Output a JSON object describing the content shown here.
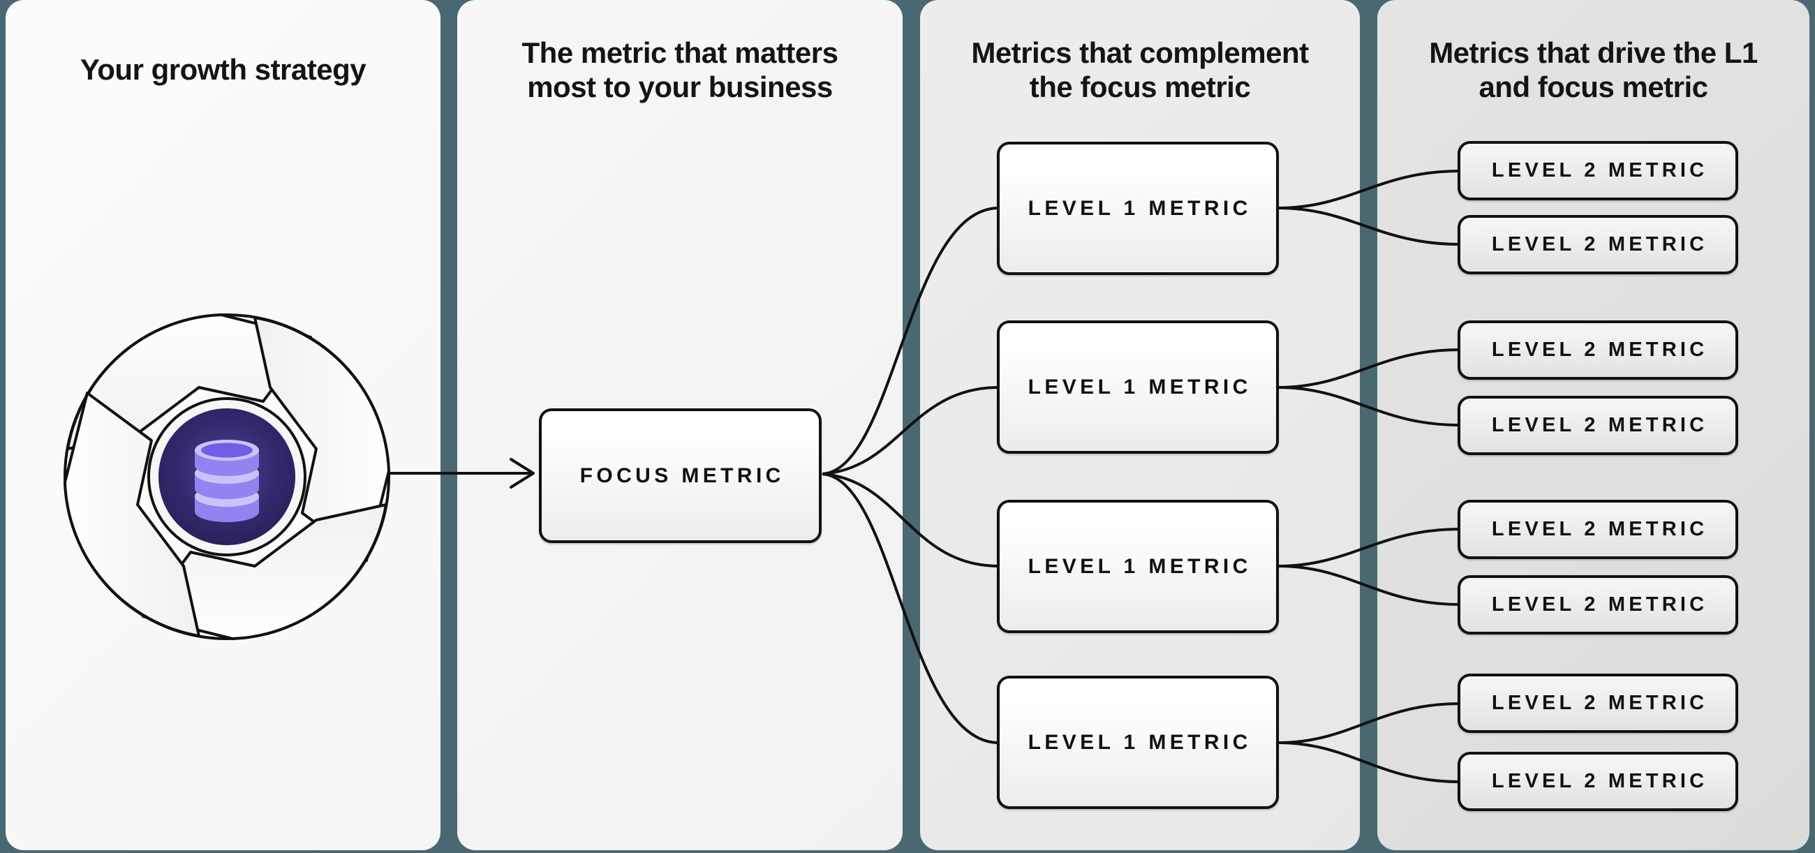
{
  "diagram": {
    "columns": [
      {
        "title": "Your growth strategy"
      },
      {
        "title": "The metric that matters most to your business"
      },
      {
        "title": "Metrics that complement the focus metric"
      },
      {
        "title": "Metrics that drive the L1 and focus metric"
      }
    ],
    "focus": {
      "label": "FOCUS METRIC"
    },
    "level1": [
      {
        "label": "LEVEL 1 METRIC"
      },
      {
        "label": "LEVEL 1 METRIC"
      },
      {
        "label": "LEVEL 1 METRIC"
      },
      {
        "label": "LEVEL 1 METRIC"
      }
    ],
    "level2": [
      {
        "label": "LEVEL 2 METRIC"
      },
      {
        "label": "LEVEL 2 METRIC"
      },
      {
        "label": "LEVEL 2 METRIC"
      },
      {
        "label": "LEVEL 2 METRIC"
      },
      {
        "label": "LEVEL 2 METRIC"
      },
      {
        "label": "LEVEL 2 METRIC"
      },
      {
        "label": "LEVEL 2 METRIC"
      },
      {
        "label": "LEVEL 2 METRIC"
      }
    ],
    "icons": {
      "growth_cycle": "cycle-pinwheel-icon",
      "database": "database-icon"
    },
    "colors": {
      "background_teal": "#4A6872",
      "outline_black": "#111111",
      "core_indigo": "#2A2260",
      "database_purple": "#9184F1",
      "database_rim": "#CAC3FA"
    }
  }
}
